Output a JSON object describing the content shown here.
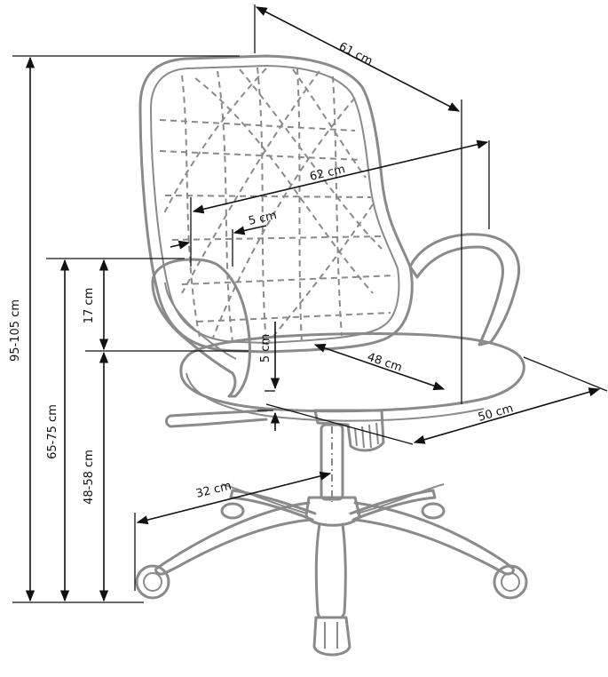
{
  "dimensions": {
    "total_depth": "61 cm",
    "total_width": "62 cm",
    "armrest_width": "5 cm",
    "total_height": "95-105 cm",
    "armrest_height": "65-75 cm",
    "armrest_above_seat": "17 cm",
    "seat_height": "48-58 cm",
    "seat_thickness": "5 cm",
    "seat_depth": "48 cm",
    "seat_width": "50 cm",
    "base_radius": "32 cm"
  },
  "colors": {
    "chair_stroke": "#8a8a8a",
    "dimension_line": "#111111"
  }
}
